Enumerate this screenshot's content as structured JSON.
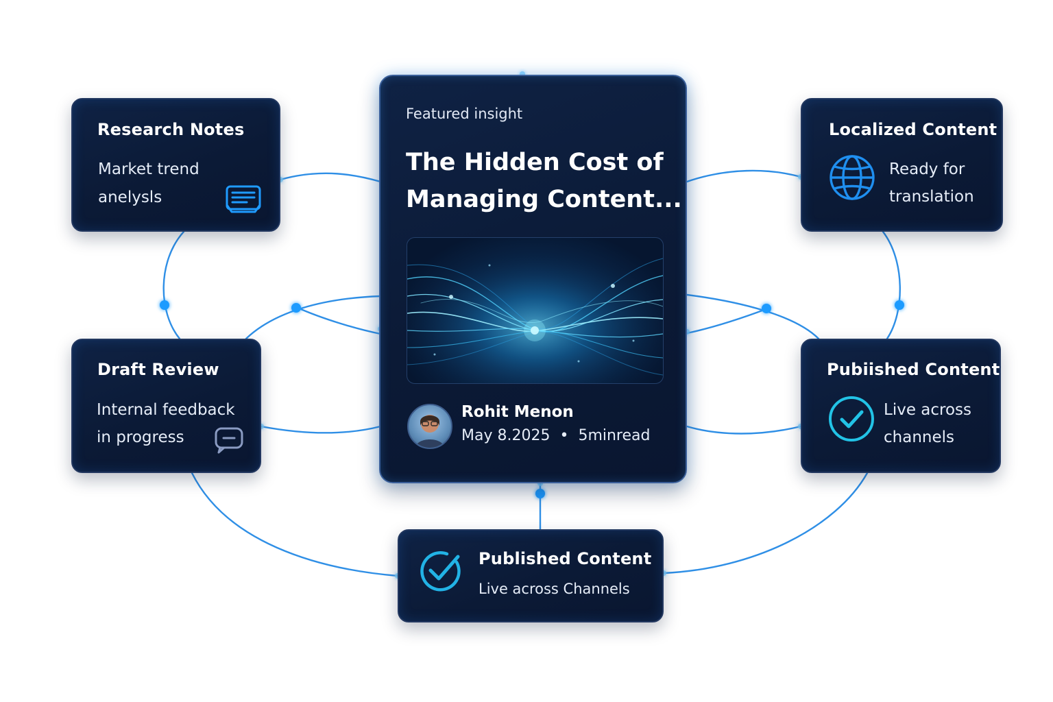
{
  "colors": {
    "connector": "#2f8fe6",
    "card_bg": "#0b1a36",
    "accent_blue": "#1f9bff",
    "accent_cyan": "#22c3e6"
  },
  "featured": {
    "label": "Featured insight",
    "title_line1": "The Hidden Cost of",
    "title_line2": "Managing Content...",
    "author": "Rohit Menon",
    "date": "May 8.2025",
    "separator": "•",
    "read_time": "5minread",
    "hero_icon": "light-waves-image",
    "avatar_icon": "person-avatar"
  },
  "cards": {
    "research": {
      "title": "Research Notes",
      "line1": "Market trend",
      "line2": "anelysls",
      "icon": "notes-icon"
    },
    "draft": {
      "title": "Draft Review",
      "line1": "Internal feedback",
      "line2": "in progress",
      "icon": "comment-icon"
    },
    "localized": {
      "title": "Localized Content",
      "line1": "Ready for",
      "line2": "translation",
      "icon": "globe-icon"
    },
    "published_right": {
      "title": "Pubiished Content",
      "line1": "Live across",
      "line2": "channels",
      "icon": "check-circle-icon"
    },
    "published_bottom": {
      "title": "Published Content",
      "line1": "Live across Channels",
      "icon": "check-icon"
    }
  }
}
